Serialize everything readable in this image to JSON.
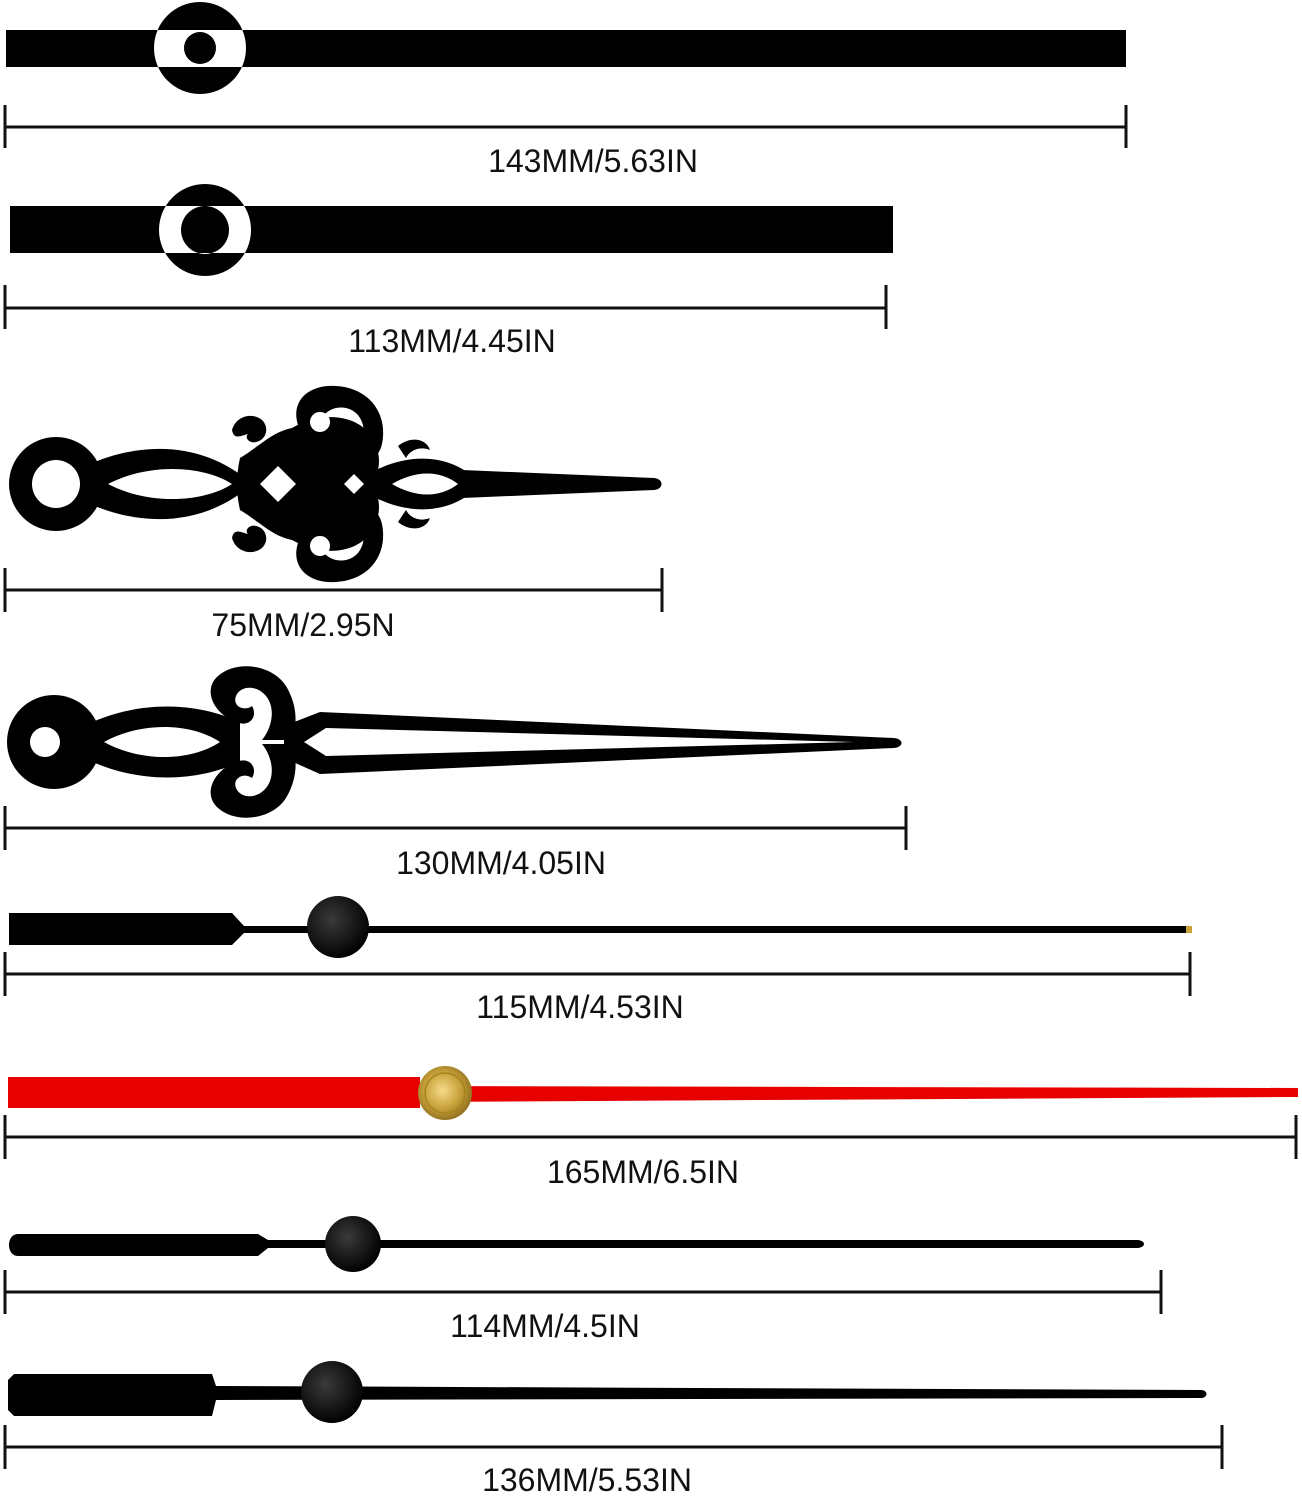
{
  "colors": {
    "hand": "#000000",
    "second_hand_accent": "#e60000",
    "second_hand_cap": "#c9a23a",
    "dimension_line": "#111111",
    "background": "#ffffff"
  },
  "hands": [
    {
      "style": "straight-hour-hand-long",
      "label": "143MM/5.63IN"
    },
    {
      "style": "straight-hour-hand-short",
      "label": "113MM/4.45IN"
    },
    {
      "style": "ornate-hour-hand",
      "label": "75MM/2.95N"
    },
    {
      "style": "ornate-minute-hand",
      "label": "130MM/4.05IN"
    },
    {
      "style": "black-second-hand-flat-tail",
      "label": "115MM/4.53IN"
    },
    {
      "style": "red-second-hand-gold-cap",
      "label": "165MM/6.5IN"
    },
    {
      "style": "black-second-hand-round-tail",
      "label": "114MM/4.5IN"
    },
    {
      "style": "black-second-hand-wide-tail",
      "label": "136MM/5.53IN"
    }
  ]
}
